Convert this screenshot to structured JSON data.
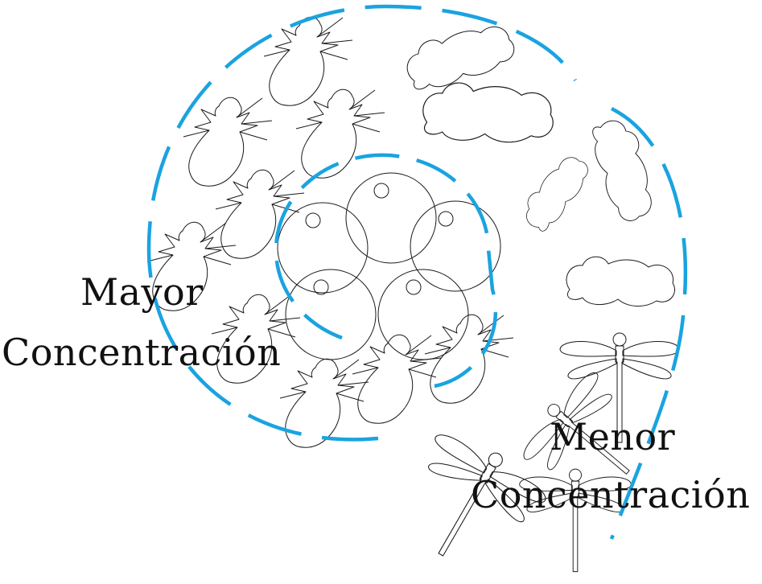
{
  "labels": {
    "high_line1": "Mayor",
    "high_line2": "Concentración",
    "low_line1": "Menor",
    "low_line2": "Concentración"
  },
  "colors": {
    "dashed_boundary": "#1aa3e0",
    "outline": "#1a1a1a"
  },
  "icons": {
    "center": "egg-icon",
    "inner_ring": "larva-icon",
    "middle_ring": "pupa-icon",
    "outer_ring": "dragonfly-icon"
  }
}
